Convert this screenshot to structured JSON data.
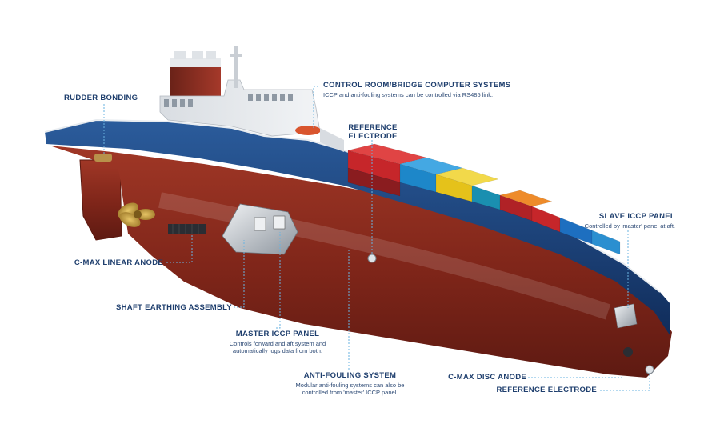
{
  "diagram": {
    "callouts": [
      {
        "id": "rudder-bonding",
        "title": "RUDDER BONDING",
        "desc": ""
      },
      {
        "id": "control-room",
        "title": "CONTROL ROOM/BRIDGE COMPUTER SYSTEMS",
        "desc": "ICCP and anti-fouling systems can be controlled via RS485 link."
      },
      {
        "id": "reference-electrode-top",
        "title": "REFERENCE ELECTRODE",
        "desc": ""
      },
      {
        "id": "slave-iccp",
        "title": "SLAVE ICCP PANEL",
        "desc": "Controlled by 'master' panel at aft."
      },
      {
        "id": "linear-anode",
        "title": "C-MAX LINEAR ANODE",
        "desc": ""
      },
      {
        "id": "shaft-earthing",
        "title": "SHAFT EARTHING ASSEMBLY",
        "desc": ""
      },
      {
        "id": "master-iccp",
        "title": "MASTER ICCP PANEL",
        "desc": "Controls forward and aft system and automatically logs data from both."
      },
      {
        "id": "anti-fouling",
        "title": "ANTI-FOULING SYSTEM",
        "desc": "Modular anti-fouling systems can also be controlled from 'master' ICCP panel."
      },
      {
        "id": "disc-anode",
        "title": "C-MAX DISC ANODE",
        "desc": ""
      },
      {
        "id": "reference-electrode-bottom",
        "title": "REFERENCE ELECTRODE",
        "desc": ""
      }
    ]
  },
  "colors": {
    "label": "#1f3f6e",
    "hull_red": "#8c2a1e",
    "hull_blue": "#16386e",
    "leader": "#6ab3e0"
  }
}
